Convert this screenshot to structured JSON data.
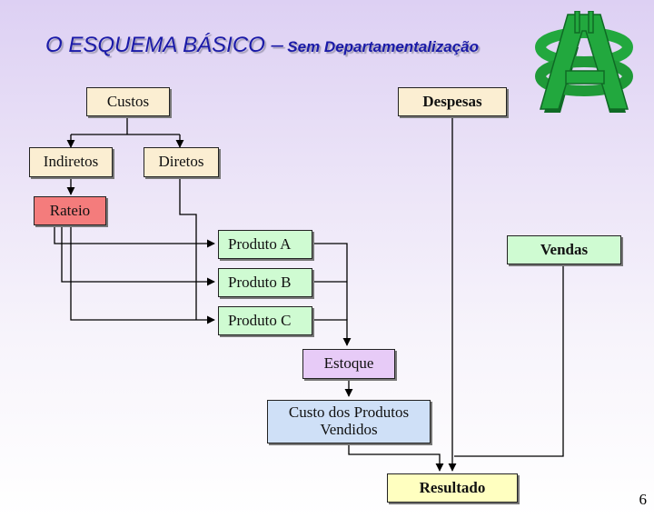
{
  "title": {
    "main": "O ESQUEMA BÁSICO –",
    "subtitle": "Sem Departamentalização"
  },
  "boxes": {
    "custos": "Custos",
    "despesas": "Despesas",
    "indiretos": "Indiretos",
    "diretos": "Diretos",
    "rateio": "Rateio",
    "produto_a": "Produto A",
    "produto_b": "Produto B",
    "produto_c": "Produto C",
    "vendas": "Vendas",
    "estoque": "Estoque",
    "cpv": "Custo dos Produtos Vendidos",
    "resultado": "Resultado"
  },
  "page_number": "6",
  "logo": {
    "icon": "currency-symbol-icon",
    "color": "#1e9a3a"
  }
}
